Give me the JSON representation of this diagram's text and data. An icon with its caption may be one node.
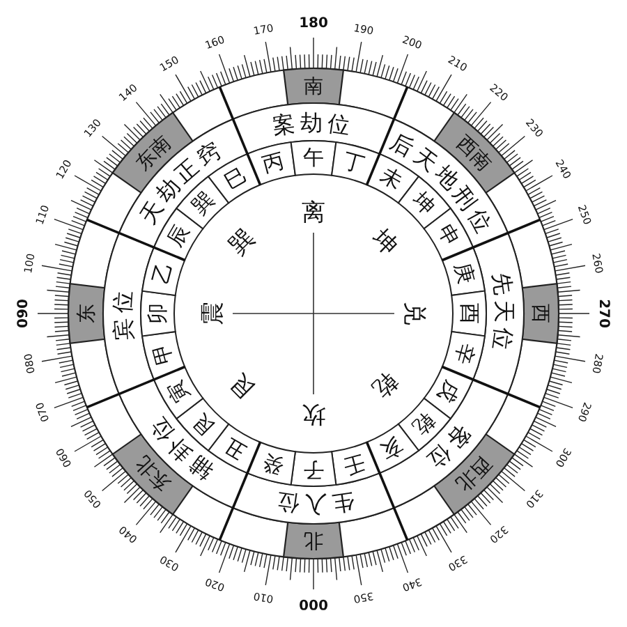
{
  "diagram": {
    "nodes": [
      {
        "text": [
          "南"
        ]
      },
      {
        "text": [
          "西南"
        ]
      },
      {
        "text": [
          "西"
        ]
      },
      {
        "text": [
          "西北"
        ]
      },
      {
        "text": [
          "北"
        ]
      },
      {
        "text": [
          "东北"
        ]
      },
      {
        "text": [
          "东"
        ]
      },
      {
        "text": [
          "东南"
        ]
      },
      {
        "text": [
          "案劫位"
        ]
      },
      {
        "text": [
          "后天地刑位"
        ]
      },
      {
        "text": [
          "先天位"
        ]
      },
      {
        "text": [
          "客位"
        ]
      },
      {
        "text": [
          "生入位"
        ]
      },
      {
        "text": [
          "辅卦位"
        ]
      },
      {
        "text": [
          "宾位"
        ]
      },
      {
        "text": [
          "天劫正窍"
        ]
      },
      {
        "text": [
          "丙"
        ]
      },
      {
        "text": [
          "午"
        ]
      },
      {
        "text": [
          "丁"
        ]
      },
      {
        "text": [
          "未"
        ]
      },
      {
        "text": [
          "坤"
        ]
      },
      {
        "text": [
          "申"
        ]
      },
      {
        "text": [
          "庚"
        ]
      },
      {
        "text": [
          "酉"
        ]
      },
      {
        "text": [
          "辛"
        ]
      },
      {
        "text": [
          "戌"
        ]
      },
      {
        "text": [
          "乾"
        ]
      },
      {
        "text": [
          "亥"
        ]
      },
      {
        "text": [
          "壬"
        ]
      },
      {
        "text": [
          "子"
        ]
      },
      {
        "text": [
          "癸"
        ]
      },
      {
        "text": [
          "丑"
        ]
      },
      {
        "text": [
          "艮"
        ]
      },
      {
        "text": [
          "寅"
        ]
      },
      {
        "text": [
          "甲"
        ]
      },
      {
        "text": [
          "卯"
        ]
      },
      {
        "text": [
          "乙"
        ]
      },
      {
        "text": [
          "辰"
        ]
      },
      {
        "text": [
          "巽"
        ]
      },
      {
        "text": [
          "巳"
        ]
      }
    ],
    "edges": [],
    "labels": [
      "离",
      "坤",
      "兑",
      "乾",
      "坎",
      "艮",
      "震",
      "巽",
      "000",
      "010",
      "020",
      "030",
      "040",
      "050",
      "060",
      "070",
      "080",
      "090",
      "100",
      "110",
      "120",
      "130",
      "140",
      "150",
      "160",
      "170",
      "180",
      "190",
      "200",
      "210",
      "220",
      "230",
      "240",
      "250",
      "260",
      "270",
      "280",
      "290",
      "300",
      "310",
      "320",
      "330",
      "340",
      "350"
    ]
  }
}
